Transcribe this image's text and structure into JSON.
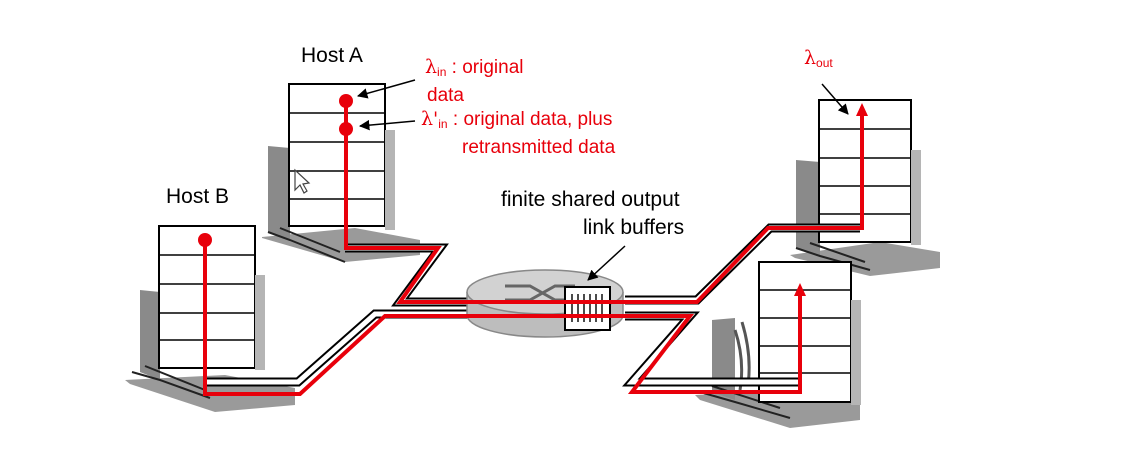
{
  "hosts": {
    "host_a": "Host A",
    "host_b": "Host B"
  },
  "router": {
    "label_line1": "finite shared output",
    "label_line2": "link buffers"
  },
  "annotations": {
    "lambda_symbol": "λ",
    "lambda_in_sub": "in",
    "lambda_in_text": " : original",
    "lambda_in_text2": "data",
    "lambda_prime_symbol": "λ'",
    "lambda_prime_sub": "in",
    "lambda_prime_text": " : original data, plus",
    "lambda_prime_text2": "retransmitted data",
    "lambda_out_symbol": "λ",
    "lambda_out_sub": "out"
  },
  "colors": {
    "flow": "#e8000b",
    "computer_shadow": "#8c8c8c",
    "router_fill": "#d2d2d2"
  }
}
